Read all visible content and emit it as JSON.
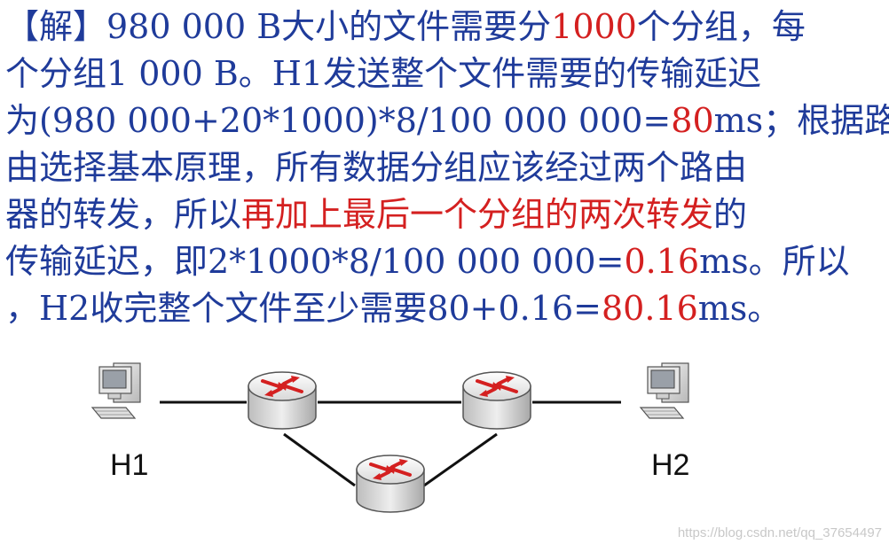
{
  "solution": {
    "lines": [
      [
        {
          "text": "【解】980 000 B大小的文件需要分",
          "color": "blue"
        },
        {
          "text": "1000",
          "color": "red"
        },
        {
          "text": "个分组，每",
          "color": "blue"
        }
      ],
      [
        {
          "text": "个分组1 000 B。H1发送整个文件需要的传输延迟",
          "color": "blue"
        }
      ],
      [
        {
          "text": "为(980 000+20*1000)*8/100 000 000=",
          "color": "blue"
        },
        {
          "text": "80",
          "color": "red"
        },
        {
          "text": "ms；根据路",
          "color": "blue"
        }
      ],
      [
        {
          "text": "由选择基本原理，所有数据分组应该经过两个路由",
          "color": "blue"
        }
      ],
      [
        {
          "text": "器的转发，所以",
          "color": "blue"
        },
        {
          "text": "再加上最后一个分组的两次转发",
          "color": "red"
        },
        {
          "text": "的",
          "color": "blue"
        }
      ],
      [
        {
          "text": "传输延迟，即2*1000*8/100 000 000=",
          "color": "blue"
        },
        {
          "text": "0.16",
          "color": "red"
        },
        {
          "text": "ms。所以",
          "color": "blue"
        }
      ],
      [
        {
          "text": "，H2收完整个文件至少需要80+0.16=",
          "color": "blue"
        },
        {
          "text": "80.16",
          "color": "red"
        },
        {
          "text": "ms。",
          "color": "blue"
        }
      ]
    ]
  },
  "diagram": {
    "host_left_label": "H1",
    "host_right_label": "H2",
    "router_icon": "router-icon",
    "host_icon": "computer-icon"
  },
  "watermark": "https://blog.csdn.net/qq_37654497",
  "colors": {
    "text_blue": "#1f3b9a",
    "highlight_red": "#d42020",
    "router_arrow_red": "#d42020"
  }
}
